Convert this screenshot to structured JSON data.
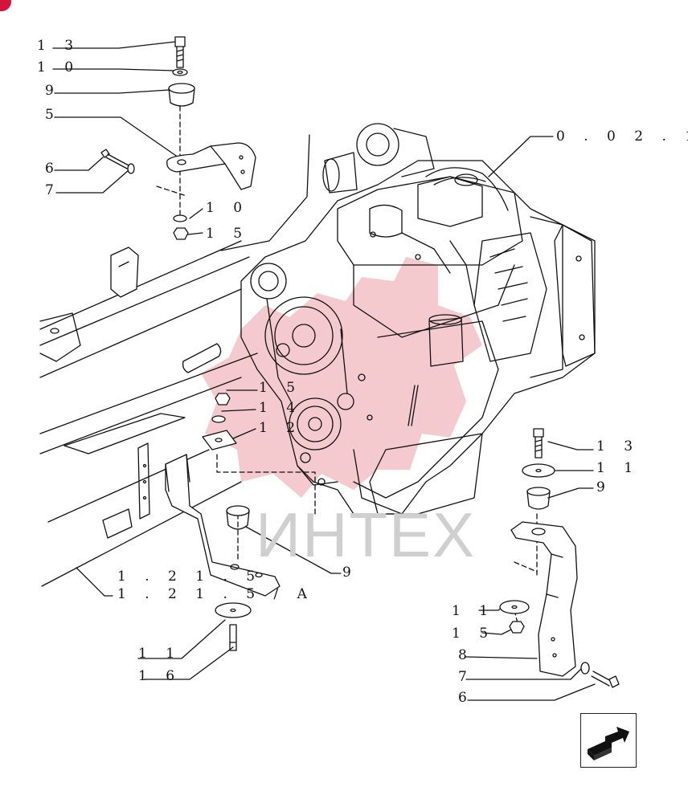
{
  "diagram": {
    "watermark": "ИНТЕХ",
    "callouts": {
      "c13_top": "1 3",
      "c10_top": "1 0",
      "c9_top": "9",
      "c5": "5",
      "c6_top": "6",
      "c7_top": "7",
      "c10_mid": "1 0",
      "c15_mid": "1 5",
      "c0021": "0 . 0 2 . 1",
      "c15_center": "1 5",
      "c14_center": "1 4",
      "c12_center": "1 2",
      "c9_center": "9",
      "c1215": "1 . 2 1 . 5",
      "c1215A": "1 . 2 1 . 5 / A",
      "c11_left": "1 1",
      "c16_left": "1 6",
      "c13_right": "1 3",
      "c11_right": "1 1",
      "c9_right": "9",
      "c11_right_low": "1 1",
      "c15_right_low": "1 5",
      "c8_right": "8",
      "c7_right": "7",
      "c6_right": "6"
    }
  },
  "colors": {
    "line": "#111111",
    "watermark_red": "#f2b8bd",
    "watermark_grey": "#cfcfcf",
    "corner_mark": "#d4143b"
  },
  "icons": [
    "next-page-arrow-icon",
    "corner-mark-icon"
  ]
}
